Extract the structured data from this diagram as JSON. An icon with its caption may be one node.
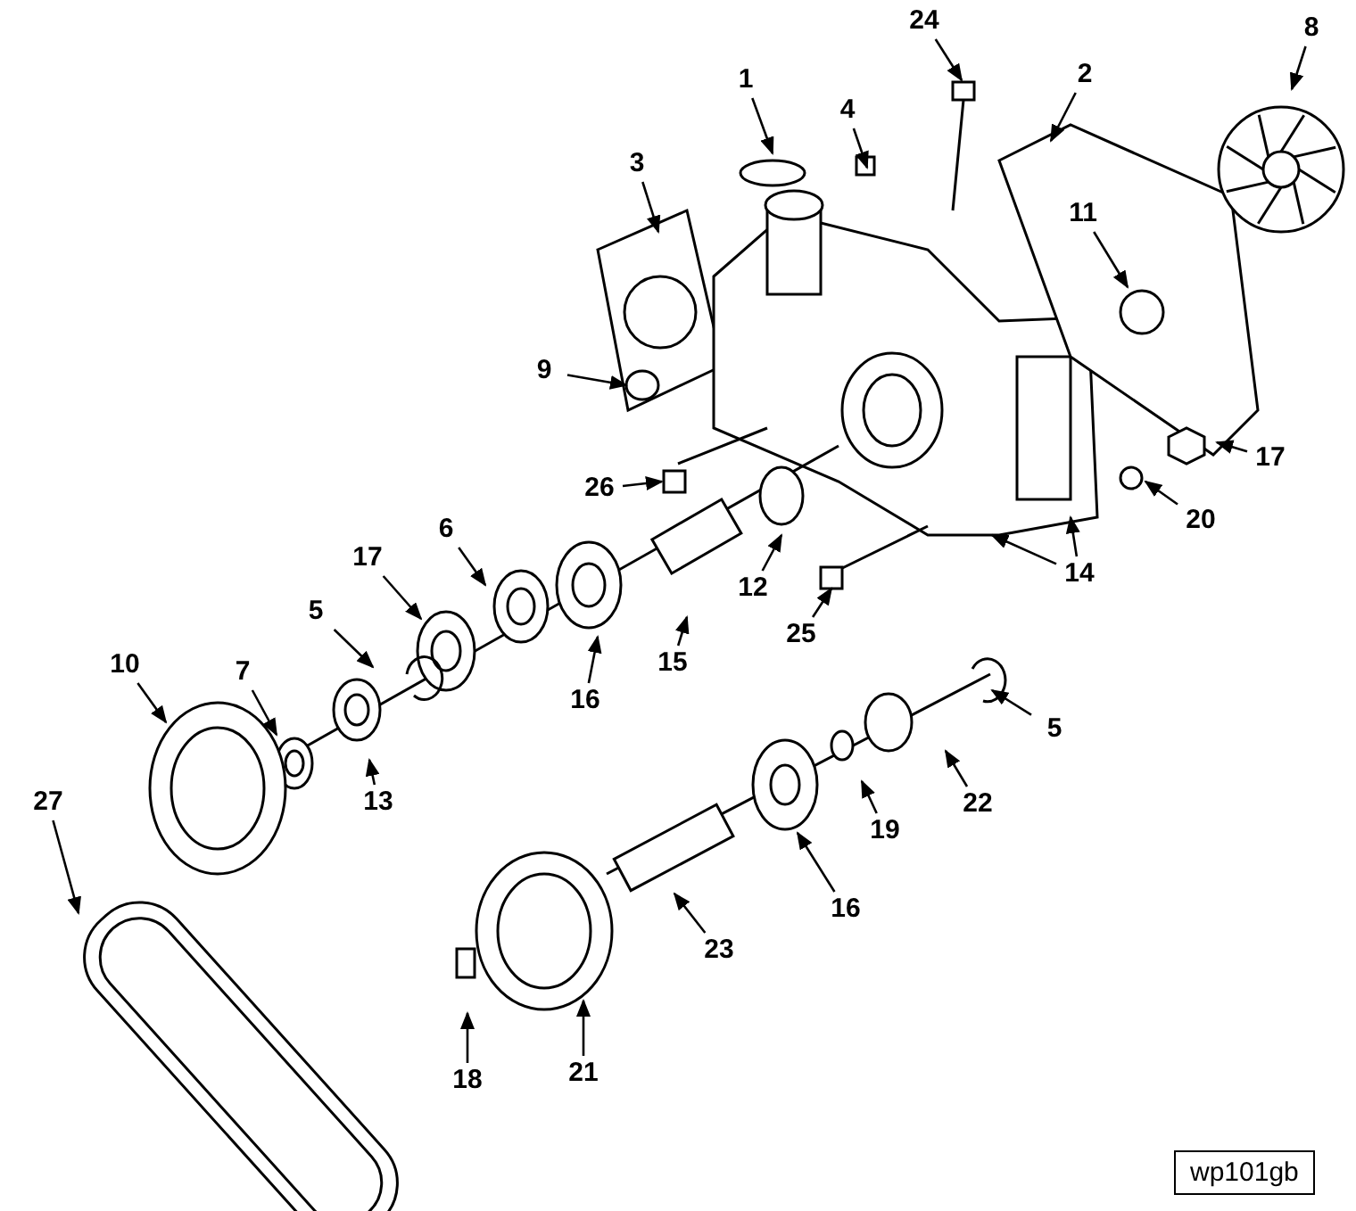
{
  "diagram": {
    "nodes": [
      {
        "text": [
          "24"
        ]
      },
      {
        "text": [
          "8"
        ]
      },
      {
        "text": [
          "2"
        ]
      },
      {
        "text": [
          "1"
        ]
      },
      {
        "text": [
          "4"
        ]
      },
      {
        "text": [
          "3"
        ]
      },
      {
        "text": [
          "11"
        ]
      },
      {
        "text": [
          "9"
        ]
      },
      {
        "text": [
          "17"
        ]
      },
      {
        "text": [
          "26"
        ]
      },
      {
        "text": [
          "20"
        ]
      },
      {
        "text": [
          "6"
        ]
      },
      {
        "text": [
          "17"
        ]
      },
      {
        "text": [
          "14"
        ]
      },
      {
        "text": [
          "12"
        ]
      },
      {
        "text": [
          "5"
        ]
      },
      {
        "text": [
          "25"
        ]
      },
      {
        "text": [
          "15"
        ]
      },
      {
        "text": [
          "10"
        ]
      },
      {
        "text": [
          "7"
        ]
      },
      {
        "text": [
          "16"
        ]
      },
      {
        "text": [
          "5"
        ]
      },
      {
        "text": [
          "27"
        ]
      },
      {
        "text": [
          "13"
        ]
      },
      {
        "text": [
          "22"
        ]
      },
      {
        "text": [
          "19"
        ]
      },
      {
        "text": [
          "16"
        ]
      },
      {
        "text": [
          "23"
        ]
      },
      {
        "text": [
          "21"
        ]
      },
      {
        "text": [
          "18"
        ]
      }
    ],
    "edges": [
      {
        "from": 0,
        "to": null,
        "arrow": "to"
      },
      {
        "from": 1,
        "to": null,
        "arrow": "to"
      },
      {
        "from": 2,
        "to": null,
        "arrow": "to"
      },
      {
        "from": 3,
        "to": null,
        "arrow": "to"
      },
      {
        "from": 4,
        "to": null,
        "arrow": "to"
      },
      {
        "from": 5,
        "to": null,
        "arrow": "to"
      },
      {
        "from": 6,
        "to": null,
        "arrow": "to"
      },
      {
        "from": 7,
        "to": null,
        "arrow": "to"
      },
      {
        "from": 8,
        "to": null,
        "arrow": "to"
      },
      {
        "from": 9,
        "to": null,
        "arrow": "to"
      },
      {
        "from": 10,
        "to": null,
        "arrow": "to"
      },
      {
        "from": 11,
        "to": null,
        "arrow": "to"
      },
      {
        "from": 12,
        "to": null,
        "arrow": "to"
      },
      {
        "from": 13,
        "to": null,
        "arrow": "to"
      },
      {
        "from": 13,
        "to": null,
        "arrow": "to"
      },
      {
        "from": 14,
        "to": null,
        "arrow": "to"
      },
      {
        "from": 15,
        "to": null,
        "arrow": "to"
      },
      {
        "from": 16,
        "to": null,
        "arrow": "to"
      },
      {
        "from": 17,
        "to": null,
        "arrow": "to"
      },
      {
        "from": 18,
        "to": null,
        "arrow": "to"
      },
      {
        "from": 19,
        "to": null,
        "arrow": "to"
      },
      {
        "from": 20,
        "to": null,
        "arrow": "to"
      },
      {
        "from": 21,
        "to": null,
        "arrow": "to"
      },
      {
        "from": 22,
        "to": null,
        "arrow": "to"
      },
      {
        "from": 23,
        "to": null,
        "arrow": "to"
      },
      {
        "from": 24,
        "to": null,
        "arrow": "to"
      },
      {
        "from": 25,
        "to": null,
        "arrow": "to"
      },
      {
        "from": 26,
        "to": null,
        "arrow": "to"
      },
      {
        "from": 27,
        "to": null,
        "arrow": "to"
      },
      {
        "from": 28,
        "to": null,
        "arrow": "to"
      },
      {
        "from": 29,
        "to": null,
        "arrow": "to"
      }
    ],
    "labels": [
      "wp101gb"
    ]
  }
}
